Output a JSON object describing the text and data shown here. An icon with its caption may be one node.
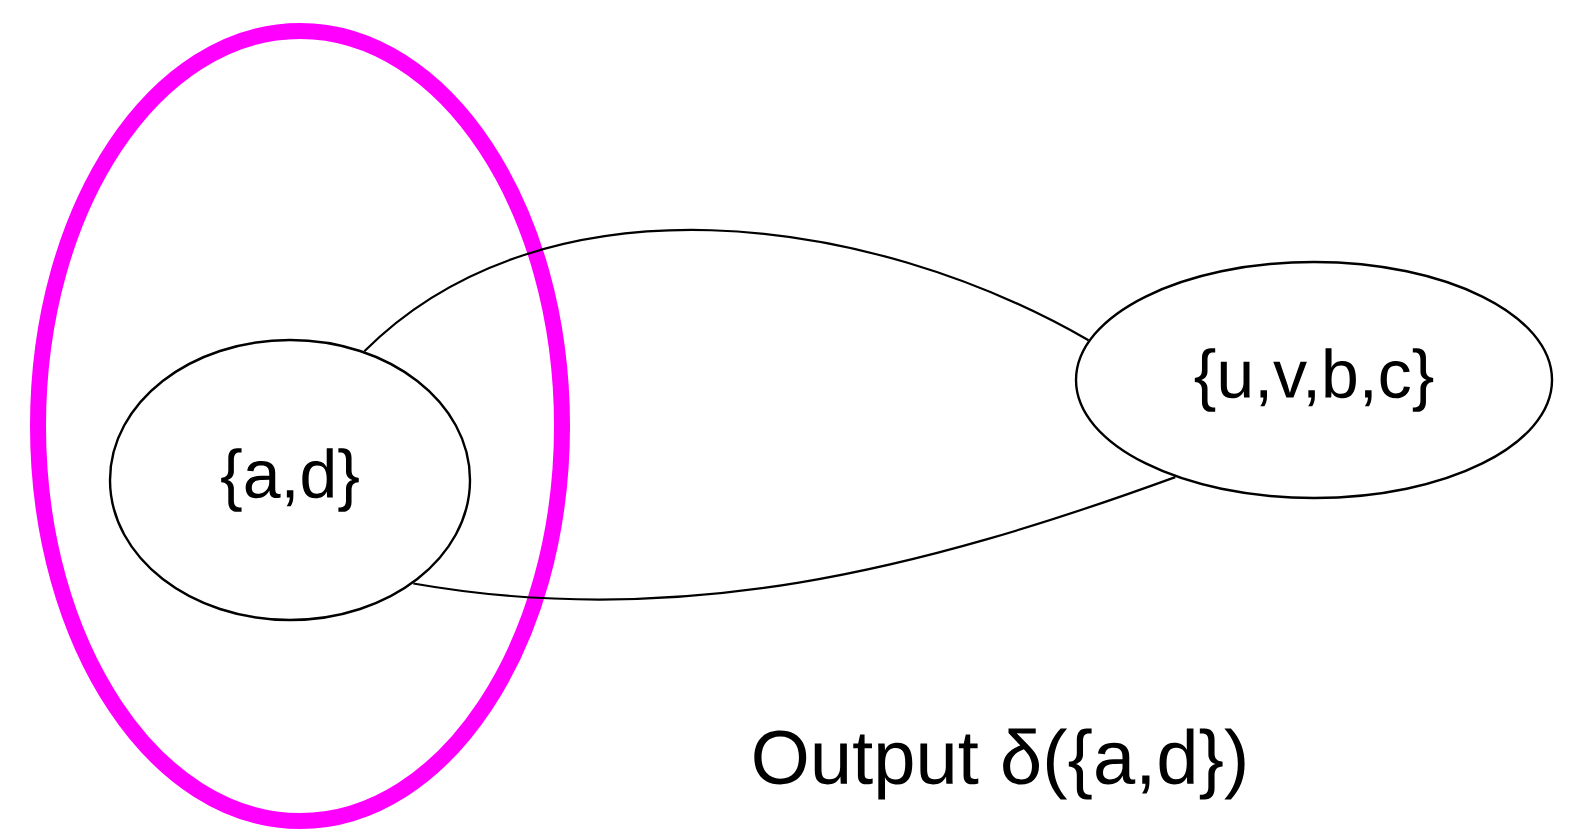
{
  "diagram": {
    "nodes": [
      {
        "text": [],
        "shape": "circle"
      },
      {
        "text": [
          "{a,d}"
        ],
        "in": 0
      },
      {
        "text": [
          "{u,v,b,c}"
        ]
      }
    ],
    "edges": [
      {
        "from": 1,
        "to": 2,
        "arrow": "none"
      },
      {
        "from": 1,
        "to": 2,
        "arrow": "none"
      }
    ],
    "labels": [
      "Output δ({a,d})"
    ]
  }
}
